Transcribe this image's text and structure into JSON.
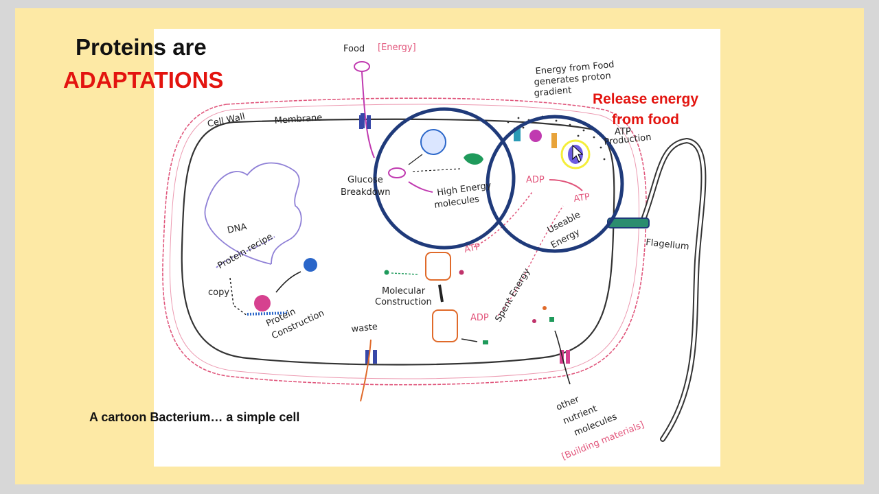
{
  "slide": {
    "title_line1": "Proteins are",
    "title_line2": "ADAPTATIONS",
    "caption": "A cartoon Bacterium… a simple cell",
    "release_line1": "Release energy",
    "release_line2": "from food"
  },
  "labels": {
    "food": "Food",
    "energy": "[Energy]",
    "cell_wall": "Cell Wall",
    "membrane": "Membrane",
    "energy_from_food_1": "Energy from Food",
    "energy_from_food_2": "generates proton",
    "energy_from_food_3": "gradient",
    "atp_production_1": "ATP",
    "atp_production_2": "Production",
    "glucose_1": "Glucose",
    "glucose_2": "Breakdown",
    "high_energy_1": "High Energy",
    "high_energy_2": "molecules",
    "adp_top": "ADP",
    "atp_top": "ATP",
    "useable_1": "Useable",
    "useable_2": "Energy",
    "dna": "DNA",
    "protein_recipe": "Protein recipe",
    "copy": "copy",
    "protein_construction_1": "Protein",
    "protein_construction_2": "Construction",
    "atp_mid": "ATP",
    "molecular_1": "Molecular",
    "molecular_2": "Construction",
    "adp_bottom": "ADP",
    "spent_energy": "Spent Energy",
    "waste": "waste",
    "flagellum": "Flagellum",
    "other_1": "other",
    "other_2": "nutrient",
    "other_3": "molecules",
    "building": "[Building materials]"
  },
  "colors": {
    "slide_bg": "#fde9a5",
    "title_red": "#e3140f",
    "circle_blue": "#1f3a7a",
    "membrane_line": "#333333",
    "cell_wall_pink": "#e0557b",
    "dna_purple": "#8e7fd6",
    "protein_blue": "#2a66c9",
    "enzyme_green": "#1f9a5b",
    "molecule_magenta": "#c03ab0",
    "robot_orange": "#e06a2a",
    "highlight_yellow": "#f4ee3a"
  },
  "icons": [
    "protein-blob-icon",
    "enzyme-icon",
    "food-molecule-icon",
    "robot-enzyme-icon",
    "ribosome-icon",
    "channel-protein-icon",
    "mouse-cursor-icon"
  ]
}
